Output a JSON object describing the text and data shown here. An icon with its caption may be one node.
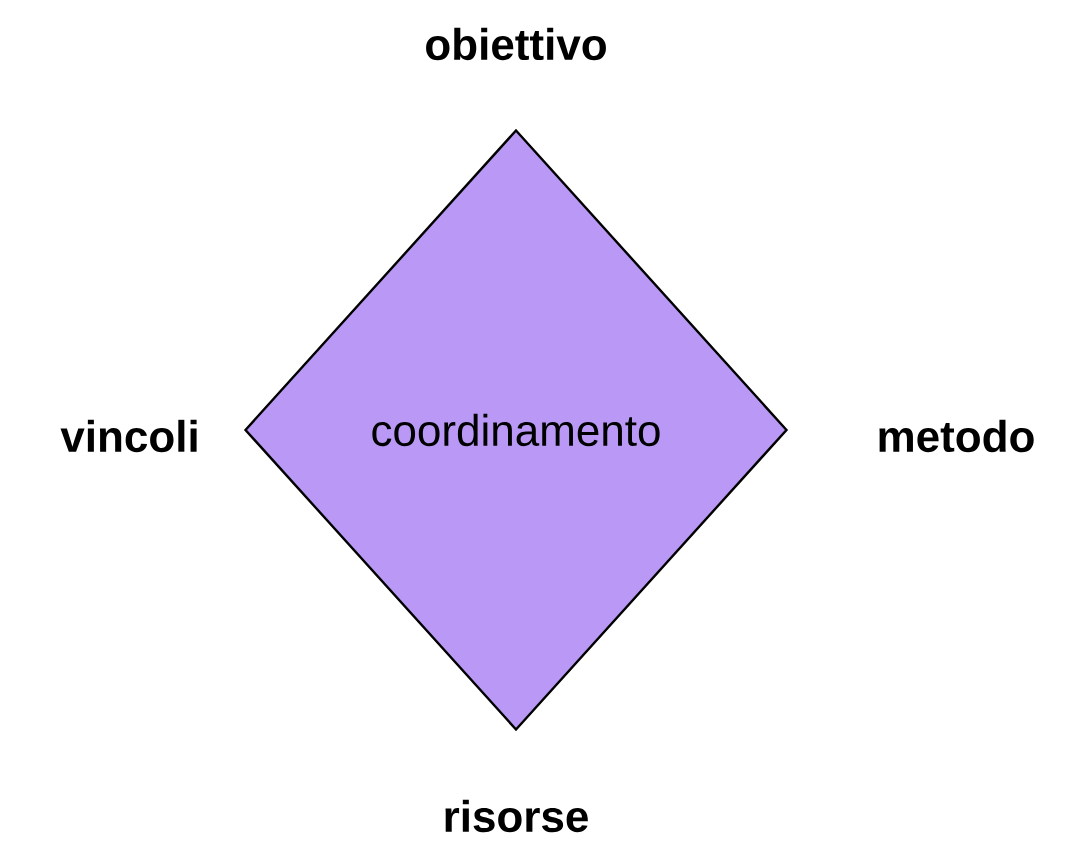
{
  "diagram": {
    "nodes": [
      {
        "text": [
          "coordinamento"
        ]
      }
    ],
    "labels": [
      "obiettivo",
      "vincoli",
      "metodo",
      "risorse"
    ]
  }
}
